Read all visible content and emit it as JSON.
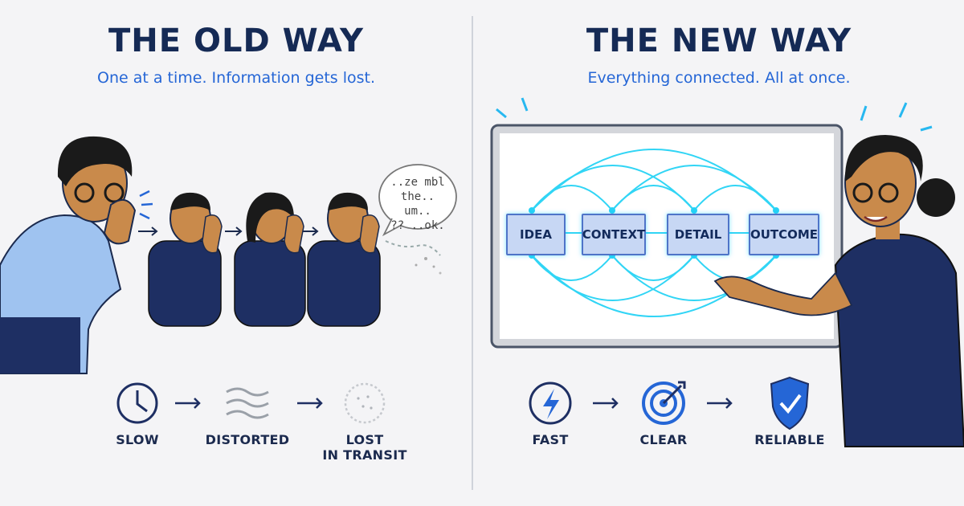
{
  "left": {
    "title": "THE OLD WAY",
    "subtitle": "One at a time. Information gets lost.",
    "bubble_lines": [
      "..ze mbl",
      "the.. um..",
      "?? ..ok."
    ],
    "metrics": [
      {
        "icon": "clock-icon",
        "lines": [
          "SLOW"
        ]
      },
      {
        "icon": "wavy-lines-icon",
        "lines": [
          "DISTORTED"
        ]
      },
      {
        "icon": "fading-circle-icon",
        "lines": [
          "LOST",
          "IN TRANSIT"
        ]
      }
    ]
  },
  "right": {
    "title": "THE NEW WAY",
    "subtitle": "Everything connected. All at once.",
    "nodes": [
      "IDEA",
      "CONTEXT",
      "DETAIL",
      "OUTCOME"
    ],
    "metrics": [
      {
        "icon": "lightning-icon",
        "lines": [
          "FAST"
        ]
      },
      {
        "icon": "target-icon",
        "lines": [
          "CLEAR"
        ]
      },
      {
        "icon": "shield-check-icon",
        "lines": [
          "RELIABLE"
        ]
      }
    ]
  },
  "colors": {
    "navy": "#152a55",
    "accent_blue": "#2566d6",
    "glow_cyan": "#27d3f5",
    "shirt_light": "#9fc3f0",
    "shirt_dark": "#1e2f63",
    "skin": "#c98a4b"
  }
}
